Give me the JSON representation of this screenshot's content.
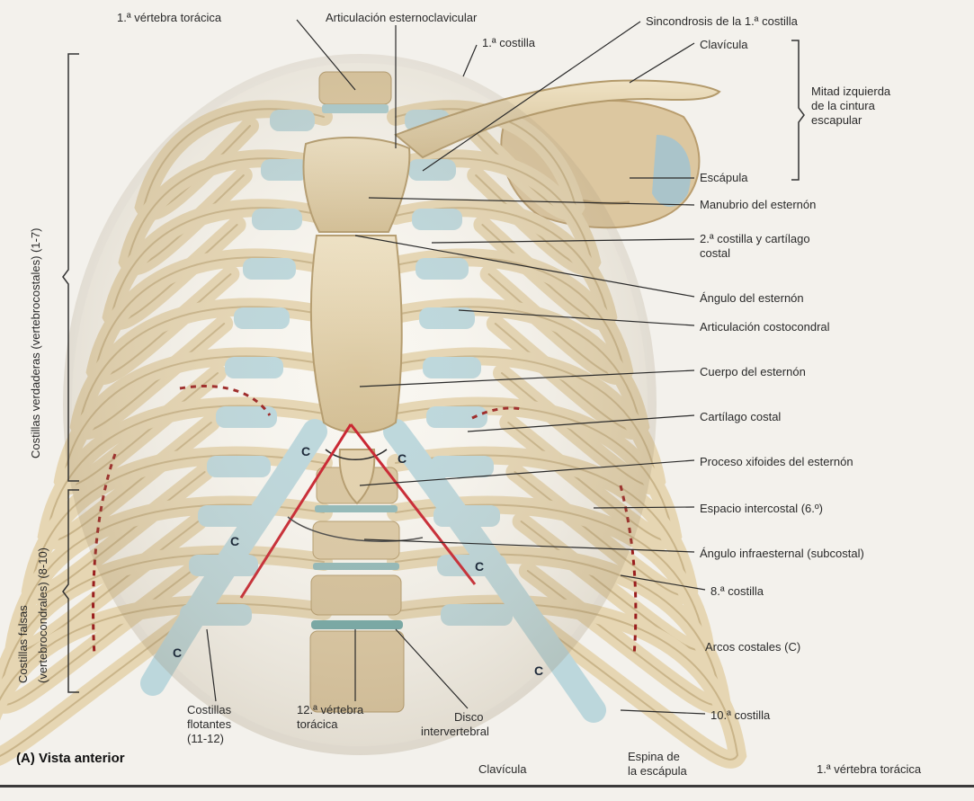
{
  "figure": {
    "view_title": "(A) Vista anterior",
    "colors": {
      "bone": "#e6d6b3",
      "bone_shadow": "#c9b489",
      "cartilage": "#bcd7dc",
      "interspace": "#f7f4ee",
      "angle_line": "#c8202c",
      "dashed_line": "#9a1e1e",
      "leader": "#2a2a2a"
    },
    "labels": {
      "t1_vertebra": "1.ª vértebra torácica",
      "sternoclavicular_joint": "Articulación esternoclavicular",
      "first_rib": "1.ª costilla",
      "first_rib_synchondrosis": "Sincondrosis de la 1.ª costilla",
      "clavicle": "Clavícula",
      "shoulder_girdle_line1": "Mitad izquierda",
      "shoulder_girdle_line2": "de la cintura",
      "shoulder_girdle_line3": "escapular",
      "scapula": "Escápula",
      "manubrium": "Manubrio del esternón",
      "second_rib_line1": "2.ª costilla y cartílago",
      "second_rib_line2": "costal",
      "sternal_angle": "Ángulo del esternón",
      "costochondral_joint": "Articulación costocondral",
      "sternum_body": "Cuerpo del esternón",
      "costal_cartilage": "Cartílago costal",
      "xiphoid": "Proceso xifoides del esternón",
      "intercostal_space": "Espacio intercostal (6.º)",
      "infrasternal_angle": "Ángulo infraesternal (subcostal)",
      "eighth_rib": "8.ª costilla",
      "costal_arches": "Arcos costales (C)",
      "tenth_rib": "10.ª costilla",
      "floating_ribs_line1": "Costillas",
      "floating_ribs_line2": "flotantes",
      "floating_ribs_line3": "(11-12)",
      "t12_line1": "12.ª vértebra",
      "t12_line2": "torácica",
      "disc_line1": "Disco",
      "disc_line2": "intervertebral",
      "true_ribs": "Costillas verdaderas (vertebrocostales) (1-7)",
      "false_ribs_line1": "Costillas falsas",
      "false_ribs_line2": "(vertebrocondrales) (8-10)",
      "c_marker": "C"
    },
    "footer_labels": {
      "clavicle": "Clavícula",
      "spine_line1": "Espina de",
      "spine_line2": "la escápula",
      "t1_vertebra": "1.ª vértebra torácica"
    }
  }
}
